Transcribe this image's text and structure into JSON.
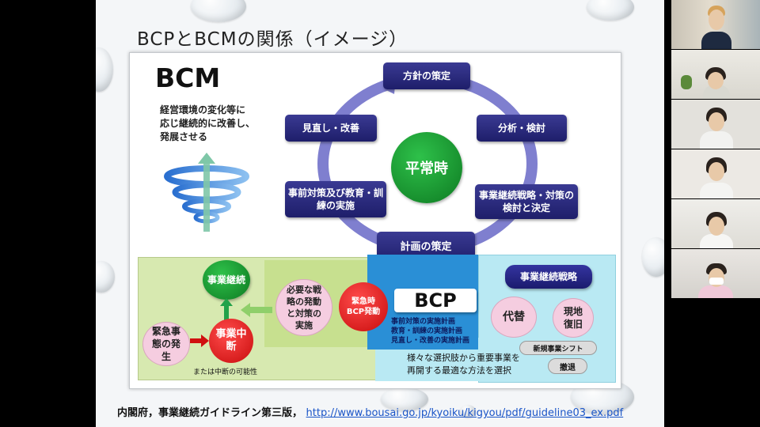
{
  "slide": {
    "title": "BCPとBCMの関係（イメージ）",
    "bcm_label": "BCM",
    "bcm_description": [
      "経営環境の変化等に",
      "応じ継続的に改善し、",
      "発展させる"
    ],
    "cycle": {
      "center": "平常時",
      "steps": [
        "方針の策定",
        "分析・検討",
        "事業継続戦略・対策の検討と決定",
        "計画の策定",
        "事前対策及び教育・訓練の実施",
        "見直し・改善"
      ]
    },
    "lower": {
      "emergency": "緊急事態の発生",
      "interruption": "事業中断",
      "interruption_note": "または中断の可能性",
      "continuation": "事業継続",
      "strategy_activation": "必要な戦略の発動と対策の実施",
      "bcp_activation": "緊急時BCP発動",
      "bcp_label": "BCP",
      "bcp_items": [
        "事前対策の実施計画",
        "教育・訓練の実施計画",
        "見直し・改善の実施計画"
      ],
      "strategy_title": "事業継続戦略",
      "substitute": "代替",
      "onsite_recovery": "現地復旧",
      "new_business_shift": "新規事業シフト",
      "withdrawal": "撤退",
      "selection_text": [
        "様々な選択肢から重要事業を",
        "再開する最適な方法を選択"
      ]
    },
    "citation": {
      "source": "内閣府，事業継続ガイドライン第三版，",
      "url": "http://www.bousai.go.jp/kyoiku/kigyou/pdf/guideline03_ex.pdf"
    }
  },
  "video": {
    "participant_count": 6
  }
}
